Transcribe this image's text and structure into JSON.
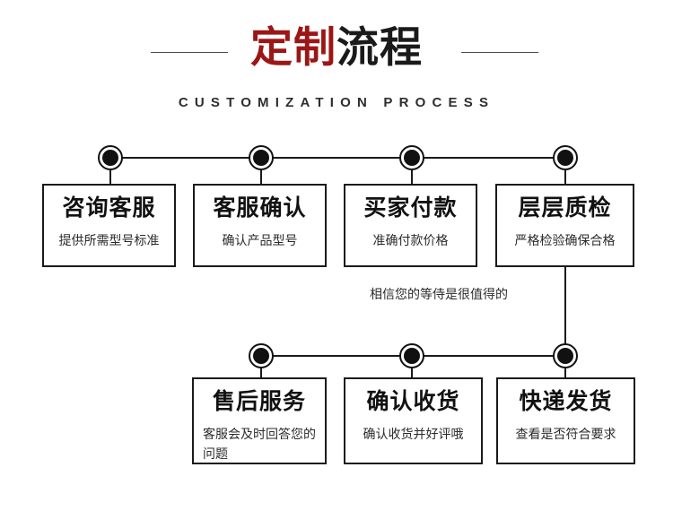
{
  "header": {
    "title_red": "定制",
    "title_black": "流程",
    "subtitle": "CUSTOMIZATION PROCESS",
    "accent_color": "#9c1616",
    "text_color": "#1a1a1a"
  },
  "note": "相信您的等侍是很值得的",
  "row1": [
    {
      "title": "咨询客服",
      "desc": "提供所需型号标准"
    },
    {
      "title": "客服确认",
      "desc": "确认产品型号"
    },
    {
      "title": "买家付款",
      "desc": "准确付款价格"
    },
    {
      "title": "层层质检",
      "desc": "严格检验确保合格"
    }
  ],
  "row2": [
    {
      "title": "售后服务",
      "desc": "客服会及时回答您的问题"
    },
    {
      "title": "确认收货",
      "desc": "确认收货并好评哦"
    },
    {
      "title": "快递发货",
      "desc": "查看是否符合要求"
    }
  ]
}
